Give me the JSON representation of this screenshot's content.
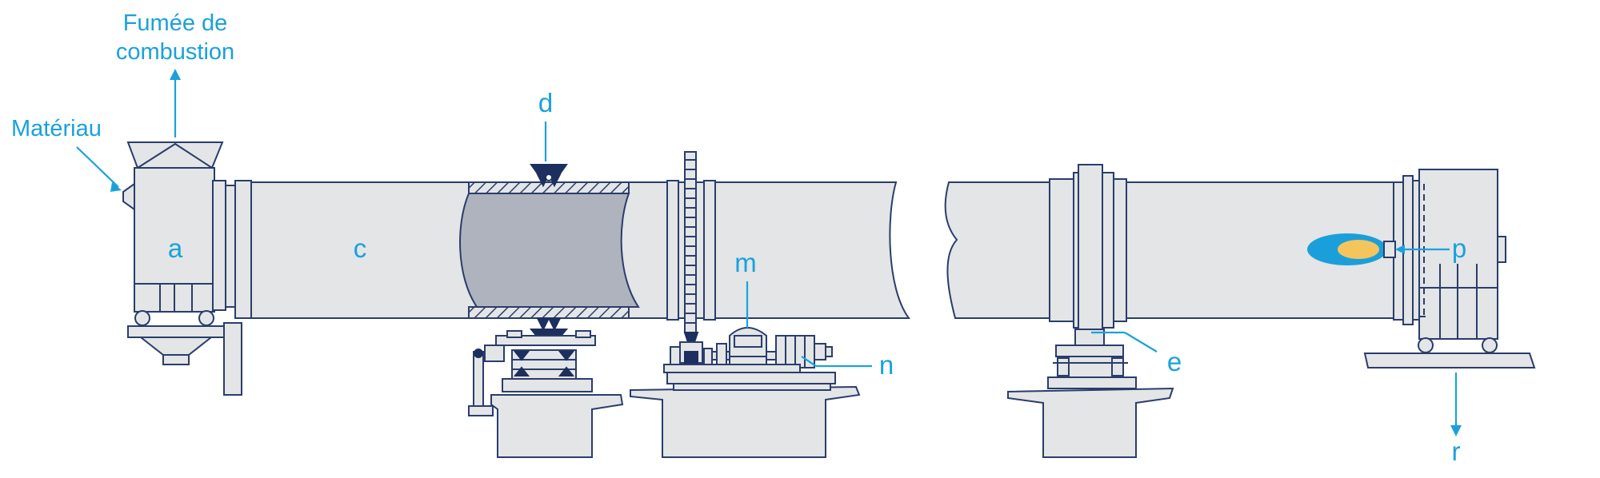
{
  "labels": {
    "smoke_line1": "Fumée de",
    "smoke_line2": "combustion",
    "material": "Matériau",
    "a": "a",
    "c": "c",
    "d": "d",
    "m": "m",
    "n": "n",
    "e": "e",
    "p": "p",
    "r": "r"
  },
  "colors": {
    "label_blue": "#1aa1dc",
    "outline_navy": "#2a3d6b",
    "body_gray": "#e3e5e6",
    "inner_gray": "#aeb3bd",
    "flame_blue": "#1b9fdb",
    "flame_yellow": "#f4c55c"
  }
}
